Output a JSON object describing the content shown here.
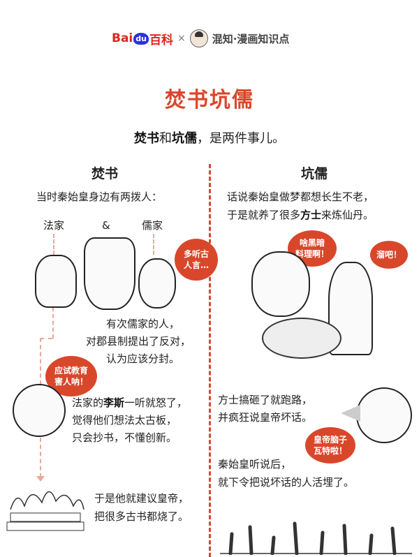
{
  "header": {
    "baidu_logo": "Bai du 百科",
    "times": "×",
    "partner_logo": "混知",
    "partner_name": "混知·漫画知识点"
  },
  "title": "焚书坑儒",
  "subtitle": {
    "part1": "焚书",
    "part2": "和",
    "part3": "坑儒",
    "part4": "，是两件事儿。"
  },
  "left": {
    "heading": "焚书",
    "intro": "当时秦始皇身边有两拨人：",
    "label_fajia": "法家",
    "label_and": "&",
    "label_rujia": "儒家",
    "bubble_rujia": [
      "多听古",
      "人言…"
    ],
    "story1": [
      "有次儒家的人，",
      "对郡县制提出了反对，",
      "认为应该分封。"
    ],
    "bubble_lisi": [
      "应试教育",
      "害人呐！"
    ],
    "story2_pre": "法家的",
    "story2_bold": "李斯",
    "story2_post": "一听就怒了，",
    "story2": [
      "觉得他们想法太古板，",
      "只会抄书，不懂创新。"
    ],
    "story3": [
      "于是他就建议皇帝，",
      "把很多古书都烧了。"
    ]
  },
  "right": {
    "heading": "坑儒",
    "intro1": "话说秦始皇做梦都想长生不老，",
    "intro2_pre": "于是就养了很多",
    "intro2_bold": "方士",
    "intro2_post": "来炼仙丹。",
    "bubble_food": [
      "啥黑暗",
      "料理啊！"
    ],
    "bubble_run": "溜吧！",
    "story1": [
      "方士搞砸了就跑路，",
      "并疯狂说皇帝坏话。"
    ],
    "bubble_emperor": [
      "皇帝脑子",
      "瓦特啦！"
    ],
    "story2": [
      "秦始皇听说后，",
      "就下令把说坏话的人活埋了。"
    ]
  },
  "colors": {
    "accent": "#d9472b",
    "baidu_red": "#e1251b",
    "baidu_blue": "#2932e1",
    "guide_line": "#e8a89a"
  }
}
